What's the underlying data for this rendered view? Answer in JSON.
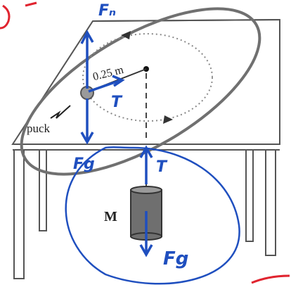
{
  "figure": {
    "radius_label": "0.25 m",
    "puck_label": "puck",
    "mass_label": "M"
  },
  "annotations": {
    "normal_force": "Fₙ",
    "tension_puck": "T",
    "gravity_puck": "Fg",
    "tension_mass": "T",
    "gravity_mass": "Fg"
  },
  "colors": {
    "ink_blue": "#1f4fbf",
    "ink_red": "#e0242f",
    "ellipse_gray": "#707070",
    "table_line": "#555555"
  }
}
